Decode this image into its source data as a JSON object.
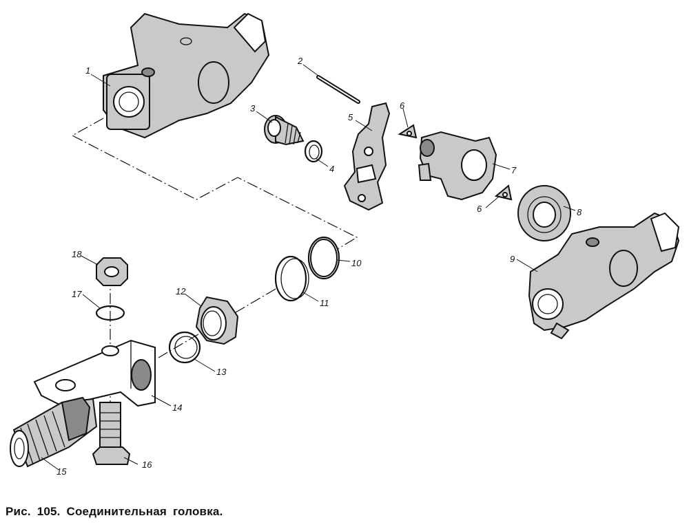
{
  "caption": "Рис. 105. Соединительная головка.",
  "labels": {
    "p1": "1",
    "p2": "2",
    "p3": "3",
    "p4": "4",
    "p5": "5",
    "p6a": "6",
    "p6b": "6",
    "p7": "7",
    "p8": "8",
    "p9": "9",
    "p10": "10",
    "p11": "11",
    "p12": "12",
    "p13": "13",
    "p14": "14",
    "p15": "15",
    "p16": "16",
    "p17": "17",
    "p18": "18"
  }
}
